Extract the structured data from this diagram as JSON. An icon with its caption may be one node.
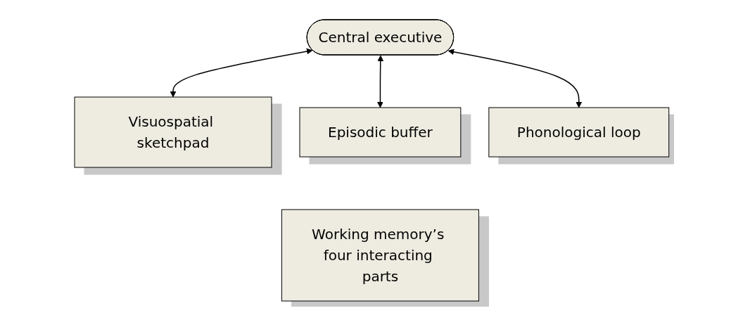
{
  "diagram": {
    "nodes": [
      {
        "text": [
          "Central executive"
        ]
      },
      {
        "text": [
          "Visuospatial sketchpad"
        ]
      },
      {
        "text": [
          "Episodic buffer"
        ]
      },
      {
        "text": [
          "Phonological loop"
        ]
      },
      {
        "text": [
          "Working memory’s four interacting parts"
        ]
      }
    ],
    "edges": [
      {
        "from": 0,
        "to": 1,
        "arrow": "both"
      },
      {
        "from": 0,
        "to": 2,
        "arrow": "both"
      },
      {
        "from": 0,
        "to": 3,
        "arrow": "both"
      }
    ]
  }
}
